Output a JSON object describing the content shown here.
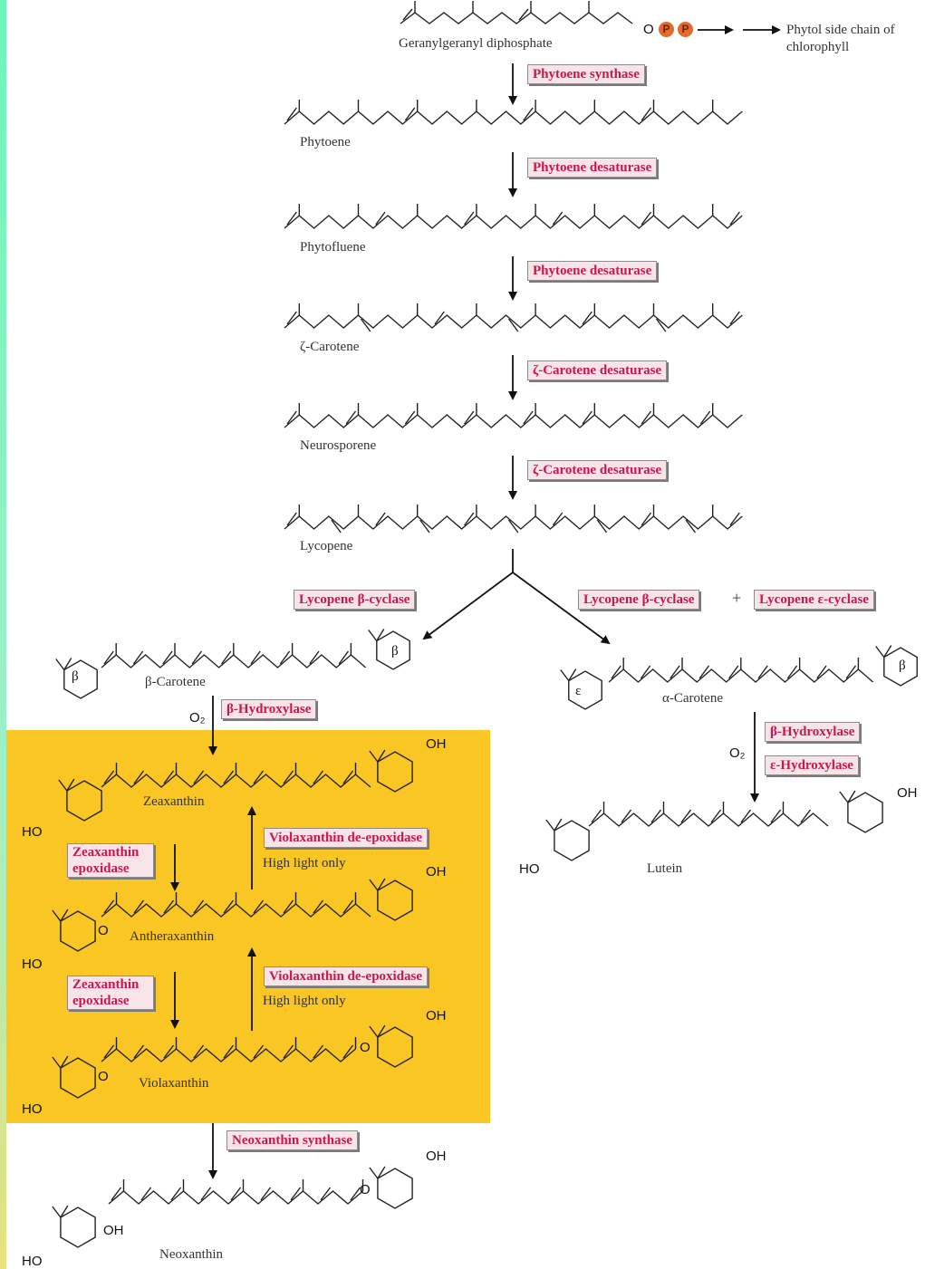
{
  "compounds": {
    "ggpp": "Geranylgeranyl diphosphate",
    "phytoene": "Phytoene",
    "phytofluene": "Phytofluene",
    "zeta_carotene": "ζ-Carotene",
    "neurosporene": "Neurosporene",
    "lycopene": "Lycopene",
    "beta_carotene": "β-Carotene",
    "alpha_carotene": "α-Carotene",
    "zeaxanthin": "Zeaxanthin",
    "antheraxanthin": "Antheraxanthin",
    "violaxanthin": "Violaxanthin",
    "neoxanthin": "Neoxanthin",
    "lutein": "Lutein"
  },
  "enzymes": {
    "phytoene_synthase": "Phytoene synthase",
    "phytoene_desaturase_1": "Phytoene desaturase",
    "phytoene_desaturase_2": "Phytoene desaturase",
    "zeta_desaturase_1": "ζ-Carotene desaturase",
    "zeta_desaturase_2": "ζ-Carotene desaturase",
    "lycopene_beta_cyclase_left": "Lycopene β-cyclase",
    "lycopene_beta_cyclase_right": "Lycopene β-cyclase",
    "lycopene_epsilon_cyclase": "Lycopene ε-cyclase",
    "beta_hydroxylase_left": "β-Hydroxylase",
    "beta_hydroxylase_right": "β-Hydroxylase",
    "epsilon_hydroxylase": "ε-Hydroxylase",
    "zeaxanthin_epoxidase_1": "Zeaxanthin epoxidase",
    "zeaxanthin_epoxidase_2": "Zeaxanthin epoxidase",
    "violaxanthin_deepoxidase_1": "Violaxanthin de-epoxidase",
    "violaxanthin_deepoxidase_2": "Violaxanthin de-epoxidase",
    "neoxanthin_synthase": "Neoxanthin synthase"
  },
  "notes": {
    "phytol": "Phytol side chain of chlorophyll",
    "high_light_1": "High light only",
    "high_light_2": "High light only",
    "plus": "+"
  },
  "atoms": {
    "o_ggpp": "O",
    "p1": "P",
    "p2": "P",
    "o2_left": "O₂",
    "o2_right": "O₂",
    "oh_zea_right": "OH",
    "ho_zea_left": "HO",
    "oh_anth_right": "OH",
    "ho_anth_left": "HO",
    "o_anth_epox": "O",
    "oh_viol_right": "OH",
    "ho_viol_left": "HO",
    "o_viol_left": "O",
    "o_viol_right": "O",
    "oh_neo_right": "OH",
    "oh_neo_ring": "OH",
    "ho_neo_left": "HO",
    "o_neo_right": "O",
    "oh_lutein_right": "OH",
    "ho_lutein_left": "HO",
    "ring_beta_1": "β",
    "ring_beta_2": "β",
    "ring_beta_3": "β",
    "ring_epsilon": "ε"
  },
  "colors": {
    "enzyme_text": "#c9184a",
    "enzyme_bg": "#f6e4e8",
    "box_bg": "#fac624",
    "phosphate": "#e06b2c"
  }
}
